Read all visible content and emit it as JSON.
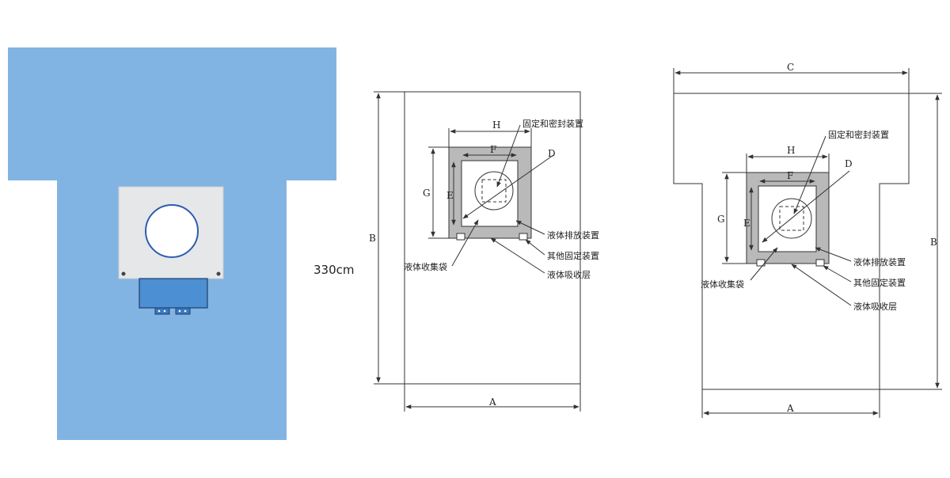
{
  "colors": {
    "drape_blue": "#82b4e3",
    "panel_grey": "#e6e7e9",
    "ring_blue": "#2a5db0",
    "bag_blue": "#4c8fd3",
    "frame_grey": "#b9b9b9",
    "line": "#333333"
  },
  "left_illustration": {
    "measurement_text": "330cm",
    "icons": [
      "round-hole-icon",
      "drain-valve-icon",
      "screw-icon"
    ]
  },
  "middle_diagram": {
    "dim_labels": {
      "a": "A",
      "b": "B",
      "d": "D",
      "e": "E",
      "f": "F",
      "g": "G",
      "h": "H"
    },
    "callouts": {
      "seal": "固定和密封装置",
      "drain": "液体排放装置",
      "fixing": "其他固定装置",
      "bag": "液体收集袋",
      "absorb": "液体吸收层"
    }
  },
  "right_diagram": {
    "dim_labels": {
      "a": "A",
      "b": "B",
      "c": "C",
      "d": "D",
      "e": "E",
      "f": "F",
      "g": "G",
      "h": "H"
    },
    "callouts": {
      "seal": "固定和密封装置",
      "drain": "液体排放装置",
      "fixing": "其他固定装置",
      "bag": "液体收集袋",
      "absorb": "液体吸收层"
    }
  }
}
